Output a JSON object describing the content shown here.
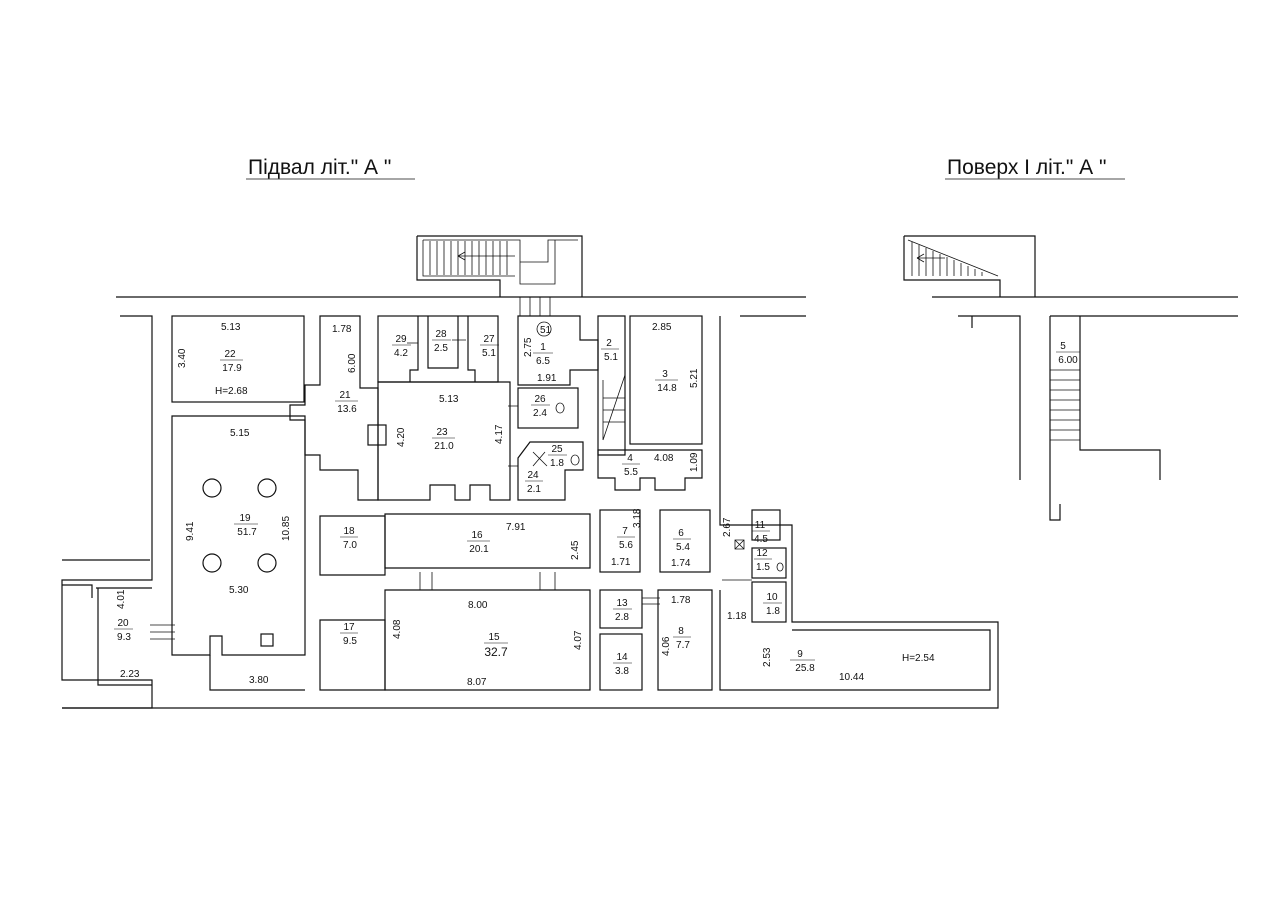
{
  "titles": {
    "basement": "Підвал   літ.\" А \"",
    "floor1": "Поверх I  літ.\" А \""
  },
  "basement_rooms": [
    {
      "id": "room-1",
      "num": "1",
      "area": "6.5"
    },
    {
      "id": "room-2",
      "num": "2",
      "area": "5.1"
    },
    {
      "id": "room-3",
      "num": "3",
      "area": "14.8"
    },
    {
      "id": "room-4",
      "num": "4",
      "area": "5.5"
    },
    {
      "id": "room-6",
      "num": "6",
      "area": "5.4"
    },
    {
      "id": "room-7",
      "num": "7",
      "area": "5.6"
    },
    {
      "id": "room-8",
      "num": "8",
      "area": "7.7"
    },
    {
      "id": "room-9",
      "num": "9",
      "area": "25.8"
    },
    {
      "id": "room-10",
      "num": "10",
      "area": "1.8"
    },
    {
      "id": "room-11",
      "num": "11",
      "area": "4.5"
    },
    {
      "id": "room-12",
      "num": "12",
      "area": "1.5"
    },
    {
      "id": "room-13",
      "num": "13",
      "area": "2.8"
    },
    {
      "id": "room-14",
      "num": "14",
      "area": "3.8"
    },
    {
      "id": "room-15",
      "num": "15",
      "area": "32.7"
    },
    {
      "id": "room-16",
      "num": "16",
      "area": "20.1"
    },
    {
      "id": "room-17",
      "num": "17",
      "area": "9.5"
    },
    {
      "id": "room-18",
      "num": "18",
      "area": "7.0"
    },
    {
      "id": "room-19",
      "num": "19",
      "area": "51.7"
    },
    {
      "id": "room-20",
      "num": "20",
      "area": "9.3"
    },
    {
      "id": "room-21",
      "num": "21",
      "area": "13.6"
    },
    {
      "id": "room-22",
      "num": "22",
      "area": "17.9"
    },
    {
      "id": "room-23",
      "num": "23",
      "area": "21.0"
    },
    {
      "id": "room-24",
      "num": "24",
      "area": "2.1"
    },
    {
      "id": "room-25",
      "num": "25",
      "area": "1.8"
    },
    {
      "id": "room-26",
      "num": "26",
      "area": "2.4"
    },
    {
      "id": "room-27",
      "num": "27",
      "area": "5.1"
    },
    {
      "id": "room-28",
      "num": "28",
      "area": "2.5"
    },
    {
      "id": "room-29",
      "num": "29",
      "area": "4.2"
    }
  ],
  "floor1_rooms": [
    {
      "id": "room-5",
      "num": "5",
      "area": "6.00"
    }
  ],
  "dims": [
    "5.13",
    "3.40",
    "H=2.68",
    "1.78",
    "6.00",
    "2.75",
    "51",
    "1.91",
    "2.85",
    "5.21",
    "5.13",
    "4.20",
    "4.17",
    "5.15",
    "9.41",
    "10.85",
    "4.08",
    "1.09",
    "3.18",
    "7.91",
    "2.45",
    "1.71",
    "1.74",
    "2.67",
    "5.30",
    "8.00",
    "1.78",
    "1.18",
    "4.01",
    "4.08",
    "4.07",
    "4.06",
    "2.53",
    "H=2.54",
    "2.23",
    "3.80",
    "8.07",
    "10.44"
  ]
}
